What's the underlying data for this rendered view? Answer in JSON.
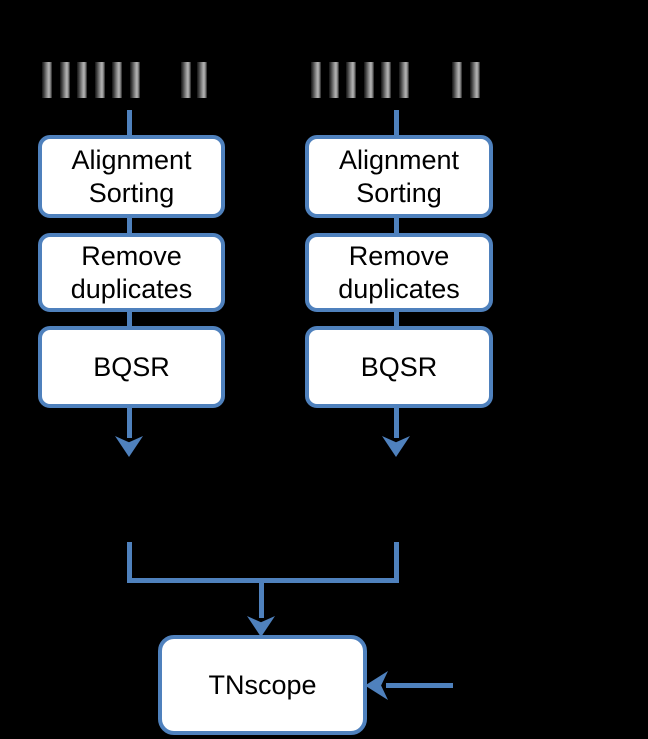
{
  "diagram": {
    "background": "#000000",
    "accent_color": "#4F81BD",
    "box_fill": "#FFFFFF",
    "text_color": "#000000",
    "read_bar_color_dark": "#1d1d1d",
    "read_bar_color_light": "#B5B5B5",
    "pipelines": [
      {
        "side": "left",
        "reads_icon": "sequencing-reads-bars",
        "steps": [
          {
            "label": "Alignment\nSorting"
          },
          {
            "label": "Remove\nduplicates"
          },
          {
            "label": "BQSR"
          }
        ]
      },
      {
        "side": "right",
        "reads_icon": "sequencing-reads-bars",
        "steps": [
          {
            "label": "Alignment\nSorting"
          },
          {
            "label": "Remove\nduplicates"
          },
          {
            "label": "BQSR"
          }
        ]
      }
    ],
    "merge_box": {
      "label": "TNscope"
    }
  }
}
